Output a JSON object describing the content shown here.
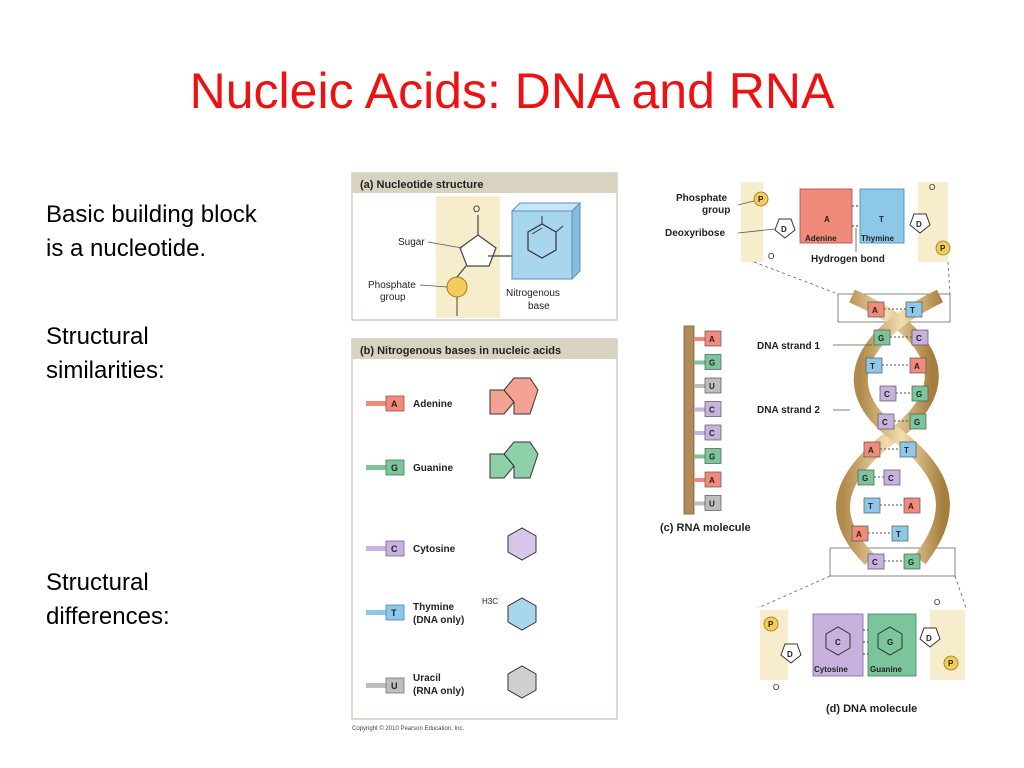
{
  "slide": {
    "title": "Nucleic Acids:  DNA and RNA",
    "bullet1": "Basic building block\nis a nucleotide.",
    "bullet2": "Structural\nsimilarities:",
    "bullet3": "Structural\ndifferences:"
  },
  "panel_a": {
    "heading": "(a) Nucleotide structure",
    "sugar": "Sugar",
    "phosphate": "Phosphate",
    "group": "group",
    "nitrogenous": "Nitrogenous",
    "base": "base",
    "o": "O"
  },
  "panel_b": {
    "heading": "(b) Nitrogenous bases in nucleic acids",
    "bases": [
      {
        "letter": "A",
        "name": "Adenine",
        "note": ""
      },
      {
        "letter": "G",
        "name": "Guanine",
        "note": ""
      },
      {
        "letter": "C",
        "name": "Cytosine",
        "note": ""
      },
      {
        "letter": "T",
        "name": "Thymine",
        "note": "(DNA only)"
      },
      {
        "letter": "U",
        "name": "Uracil",
        "note": "(RNA only)"
      }
    ],
    "h3c": "H3C"
  },
  "panel_c": {
    "heading": "(c) RNA molecule",
    "letters": [
      "A",
      "G",
      "U",
      "C",
      "C",
      "G",
      "A",
      "U"
    ]
  },
  "top_right": {
    "phosphate": "Phosphate",
    "group": "group",
    "deoxyribose": "Deoxyribose",
    "adenine": "Adenine",
    "thymine": "Thymine",
    "hydrogen_bond": "Hydrogen bond",
    "p": "P",
    "d": "D",
    "a": "A",
    "t": "T",
    "o": "O"
  },
  "helix": {
    "strand1": "DNA strand 1",
    "strand2": "DNA strand 2",
    "pairs": [
      [
        "A",
        "T"
      ],
      [
        "G",
        "C"
      ],
      [
        "T",
        "A"
      ],
      [
        "C",
        "G"
      ],
      [
        "C",
        "G"
      ],
      [
        "A",
        "T"
      ],
      [
        "G",
        "C"
      ],
      [
        "T",
        "A"
      ],
      [
        "A",
        "T"
      ],
      [
        "C",
        "G"
      ]
    ]
  },
  "panel_d": {
    "heading": "(d) DNA molecule",
    "cytosine": "Cytosine",
    "guanine": "Guanine",
    "c": "C",
    "g": "G"
  },
  "copyright": "Copyright © 2010 Pearson Education, Inc.",
  "colors": {
    "title": "#ee1111",
    "adenine": "#f08a7a",
    "guanine": "#7cc49a",
    "cytosine": "#c6b2dc",
    "thymine": "#8ec8e8",
    "uracil": "#bdbdbd",
    "panel_bg": "#f7edcc",
    "heading_bg": "#d8d2c0"
  }
}
